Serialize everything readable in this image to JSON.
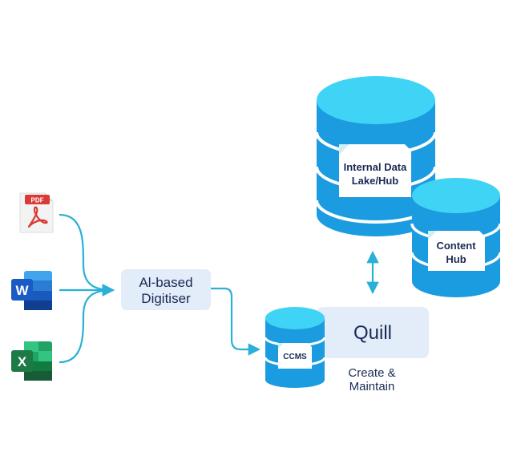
{
  "sources": {
    "pdf": {
      "badge": "PDF",
      "icon": "pdf-file-icon"
    },
    "word": {
      "letter": "W",
      "icon": "word-file-icon"
    },
    "excel": {
      "letter": "X",
      "icon": "excel-file-icon"
    }
  },
  "digitiser": {
    "line1": "Al-based",
    "line2": "Digitiser"
  },
  "ccms": {
    "label": "CCMS"
  },
  "quill": {
    "title": "Quill",
    "caption_line1": "Create &",
    "caption_line2": "Maintain"
  },
  "data_lake": {
    "line1": "Internal Data",
    "line2": "Lake/Hub"
  },
  "content_hub": {
    "line1": "Content",
    "line2": "Hub"
  },
  "colors": {
    "arrow": "#2ab0d6",
    "db_top": "#3fd3f6",
    "db_body": "#1b9be0",
    "box_fill": "#e3ecf9",
    "text": "#1b2a55",
    "pdf_red": "#d93a35",
    "word_blue": "#1a5bc3",
    "excel_green": "#1d7a45"
  }
}
